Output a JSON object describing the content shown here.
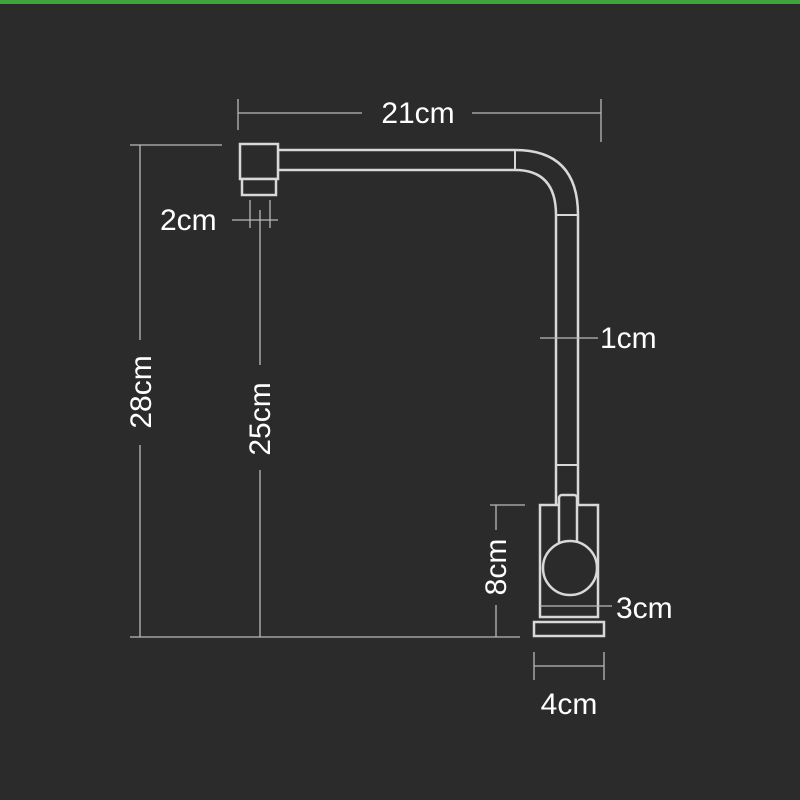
{
  "accent_color": "#3fa23a",
  "background_color": "#2b2b2b",
  "dimensions": {
    "spout_reach": "21cm",
    "aerator_size": "2cm",
    "total_height": "28cm",
    "spout_clearance": "25cm",
    "pipe_diameter": "1cm",
    "body_height": "8cm",
    "body_width": "3cm",
    "base_width": "4cm"
  }
}
